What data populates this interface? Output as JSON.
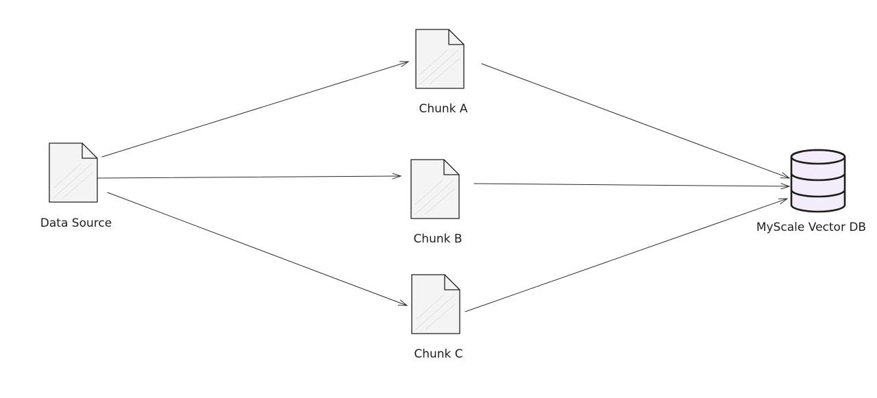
{
  "diagram": {
    "source": {
      "label": "Data Source",
      "icon": "document-icon"
    },
    "chunks": [
      {
        "label": "Chunk A",
        "icon": "document-icon"
      },
      {
        "label": "Chunk B",
        "icon": "document-icon"
      },
      {
        "label": "Chunk C",
        "icon": "document-icon"
      }
    ],
    "target": {
      "label": "MyScale Vector DB",
      "icon": "database-icon",
      "fill": "#f3ecfb"
    },
    "colors": {
      "stroke": "#1e1e1e",
      "document_fill": "#f4f4f5",
      "background": "#ffffff"
    }
  }
}
